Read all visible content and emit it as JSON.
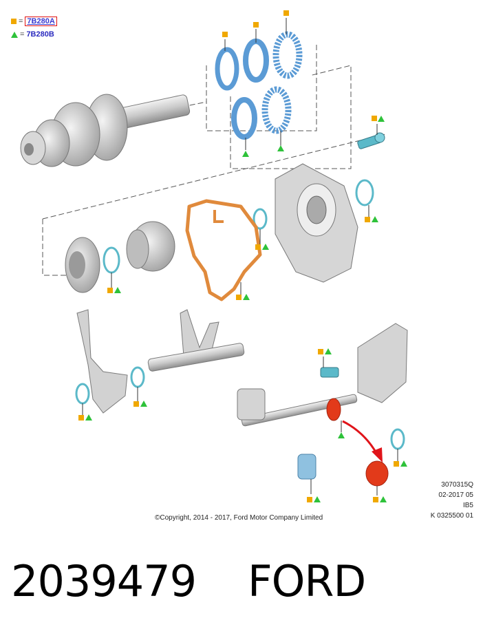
{
  "legend": {
    "items": [
      {
        "symbol": "square",
        "color": "#f0a800",
        "eq": "=",
        "code": "7B280A",
        "highlighted": true
      },
      {
        "symbol": "triangle",
        "color": "#2ec23a",
        "eq": "=",
        "code": "7B280B",
        "highlighted": false
      }
    ]
  },
  "meta": {
    "line1": "3070315Q",
    "line2": "02-2017 05",
    "line3": "IB5",
    "line4": "K 0325500 01"
  },
  "copyright": "©Copyright, 2014 - 2017, Ford Motor Company Limited",
  "part_number": "2039479",
  "brand": "FORD",
  "colors": {
    "highlight_blue": "#5b9bd5",
    "highlight_orange": "#e08a3c",
    "highlight_red": "#e23a1a",
    "part_grey": "#cfcfcf",
    "square_marker": "#f0a800",
    "triangle_marker": "#2ec23a",
    "arrow_red": "#e0141a"
  }
}
